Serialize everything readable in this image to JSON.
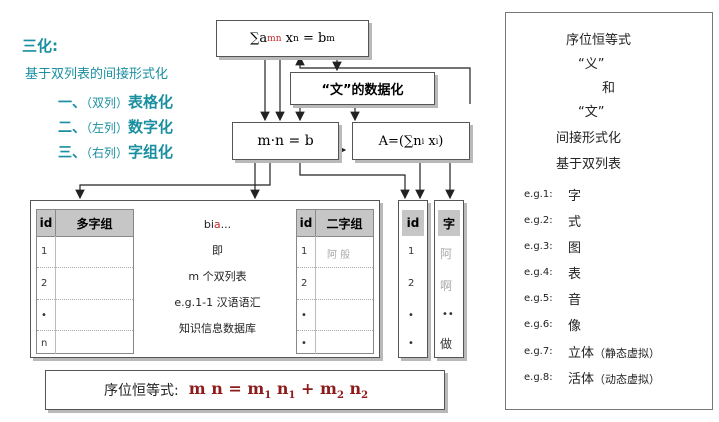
{
  "left_text": {
    "title": "三化:",
    "subtitle": "基于双列表的间接形式化",
    "items": [
      {
        "num": "一、",
        "paren": "（双列）",
        "bold": "表格化"
      },
      {
        "num": "二、",
        "paren": "（左列）",
        "bold": "数字化"
      },
      {
        "num": "三、",
        "paren": "（右列）",
        "bold": "字组化"
      }
    ]
  },
  "top_formula": {
    "sum": "∑a",
    "mn": "mn",
    "x": "x",
    "n": "n",
    "eq": "= b",
    "m": "m"
  },
  "wen_box": "“文”的数据化",
  "mn_box": {
    "mn": "m·n",
    "eq": "= b"
  },
  "a_box": {
    "lhs": "A=(",
    "sum": "∑n",
    "i": "i",
    "x": "x",
    "i2": "i",
    "rhs": ")"
  },
  "table_left": {
    "id_header": "id",
    "title": "多字组",
    "rows": [
      "1",
      "2",
      "•",
      "n"
    ]
  },
  "center_text": {
    "line1": "bi",
    "line1_red": "a",
    "line1_tail": "...",
    "line2": "即",
    "line3": "m 个双列表",
    "line4": "e.g.1-1 汉语语汇",
    "line5": "知识信息数据库"
  },
  "table_mid": {
    "id_header": "id",
    "title": "二字组",
    "rows": [
      "1",
      "2",
      "•",
      "•"
    ],
    "row1_text": "阿  般"
  },
  "table_narrow": {
    "id_header": "id",
    "rows": [
      "1",
      "2",
      "•",
      "•"
    ]
  },
  "table_char": {
    "title": "字",
    "rows": [
      "阿",
      "啊",
      "••",
      "做"
    ]
  },
  "bottom_formula": {
    "label": "序位恒等式:",
    "lhs": "m n",
    "eq": " = ",
    "m1": "m",
    "s1": "1",
    "n1": " n",
    "s2": "1",
    "plus": " + ",
    "m2": "m",
    "s3": "2",
    "n2": " n",
    "s4": "2"
  },
  "right_panel": {
    "lines": [
      "序位恒等式",
      "“义”",
      "和",
      "“文”",
      "间接形式化",
      "基于双列表"
    ],
    "examples": [
      {
        "label": "e.g.1:",
        "value": "字"
      },
      {
        "label": "e.g.2:",
        "value": "式"
      },
      {
        "label": "e.g.3:",
        "value": "图"
      },
      {
        "label": "e.g.4:",
        "value": "表"
      },
      {
        "label": "e.g.5:",
        "value": "音"
      },
      {
        "label": "e.g.6:",
        "value": "像"
      },
      {
        "label": "e.g.7:",
        "value": "立体",
        "paren": "（静态虚拟）"
      },
      {
        "label": "e.g.8:",
        "value": "活体",
        "paren": "（动态虚拟）"
      }
    ]
  },
  "colors": {
    "teal": "#1a8fa0",
    "red": "#c0282d",
    "dark_red": "#8e1b1b",
    "header_gray": "#c6c6c6",
    "border": "#555555"
  }
}
